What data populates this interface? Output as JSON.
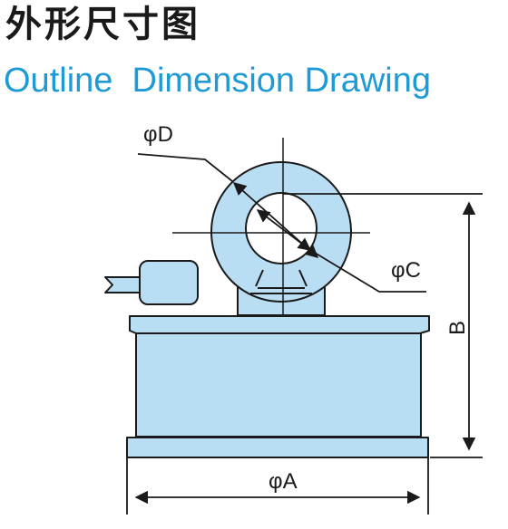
{
  "header": {
    "title_cn": "外形尺寸图",
    "title_en": "Outline  Dimension Drawing"
  },
  "labels": {
    "phi_d": "φD",
    "phi_c": "φC",
    "b": "B",
    "phi_a": "φA"
  },
  "colors": {
    "title_cn": "#1a1a1a",
    "title_en": "#1e9ad6",
    "part_fill": "#b9def4",
    "stroke": "#1a1a1a"
  }
}
